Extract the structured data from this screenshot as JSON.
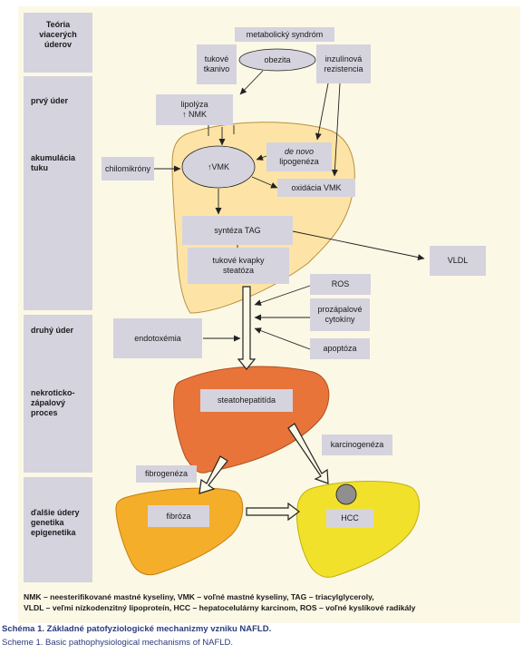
{
  "columns": {
    "theory": "Teória viacerých úderov",
    "first_hit": "prvý úder",
    "accumulation": "akumulácia tuku",
    "second_hit": "druhý úder",
    "necro": "nekroticko-zápalový proces",
    "further": "ďalšie údery genetika epigenetika"
  },
  "nodes": {
    "metabolic_syndrome": "metabolický syndróm",
    "adipose": "tukové tkanivo",
    "obesity": "obezita",
    "insulin_resistance": "inzulínová rezistencia",
    "lipolysis_1": "lipolýza",
    "lipolysis_2": "↑ NMK",
    "chylomicrons": "chilomikróny",
    "vmk": "↑VMK",
    "denovo_1": "de novo",
    "denovo_2": "lipogenéza",
    "oxidation": "oxidácia VMK",
    "tag": "syntéza TAG",
    "vldl": "VLDL",
    "steatosis_1": "tukové kvapky",
    "steatosis_2": "steatóza",
    "ros": "ROS",
    "cytokines_1": "prozápalové",
    "cytokines_2": "cytokíny",
    "endotoxemia": "endotoxémia",
    "apoptosis": "apoptóza",
    "steatohepatitis": "steatohepatitída",
    "carcinogenesis": "karcinogenéza",
    "fibrogenesis": "fibrogenéza",
    "fibrosis": "fibróza",
    "hcc": "HCC"
  },
  "legend": {
    "line1": "NMK – neesterifikované mastné kyseliny, VMK – voľné mastné kyseliny, TAG – triacylglyceroly,",
    "line2": "VLDL – veľmi nízkodenzitný lipoproteín, HCC – hepatocelulárny karcinom, ROS – voľné kyslíkové radikály"
  },
  "caption": {
    "title": "Schéma 1. Základné patofyziologické mechanizmy vzniku NAFLD.",
    "subtitle": "Scheme 1. Basic pathophysiological mechanisms of NAFLD."
  },
  "colors": {
    "panel": "#fcf8e6",
    "box": "#d5d3de",
    "liver_fatty": "#fde4a6",
    "liver_nash": "#e8743a",
    "liver_fibrosis": "#f5ae2a",
    "liver_hcc": "#f2e12a",
    "caption": "#2d3a7a"
  }
}
